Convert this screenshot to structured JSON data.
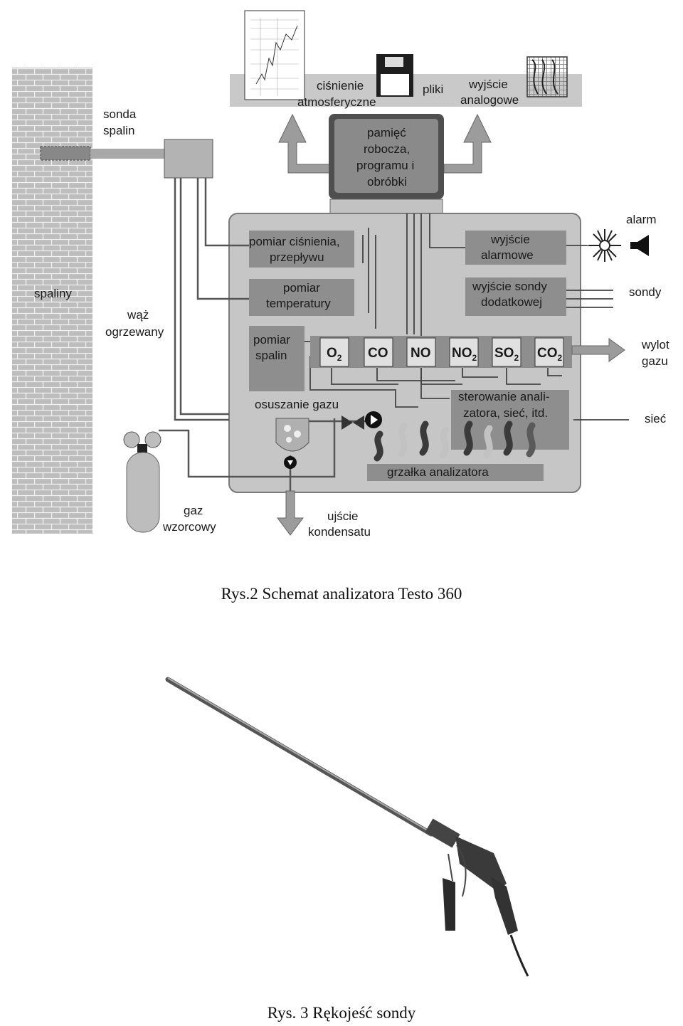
{
  "diagram": {
    "top_bar": {
      "pressure": [
        "ciśnienie",
        "atmosferyczne"
      ],
      "files": "pliki",
      "analog_out": [
        "wyjście",
        "analogowe"
      ]
    },
    "memory": [
      "pamięć",
      "robocza,",
      "programu i",
      "obróbki"
    ],
    "probe_flue": [
      "sonda",
      "spalin"
    ],
    "flue_gas": "spaliny",
    "heated_hose": [
      "wąż",
      "ogrzewany"
    ],
    "pressure_flow": [
      "pomiar ciśnienia,",
      "przepływu"
    ],
    "temperature": [
      "pomiar",
      "temperatury"
    ],
    "flue_measure": [
      "pomiar",
      "spalin"
    ],
    "alarm_out": [
      "wyjście",
      "alarmowe"
    ],
    "extra_probe_out": [
      "wyjście sondy",
      "dodatkowej"
    ],
    "alarm": "alarm",
    "probes": "sondy",
    "gas_outlet": [
      "wylot",
      "gazu"
    ],
    "network": "sieć",
    "control": [
      "sterowanie anali-",
      "zatora, sieć, itd."
    ],
    "gas_drying": "osuszanie gazu",
    "heater": "grzałka analizatora",
    "reference_gas": [
      "gaz",
      "wzorcowy"
    ],
    "condensate_outlet": [
      "ujście",
      "kondensatu"
    ],
    "sensors": [
      {
        "main": "O",
        "sub": "2"
      },
      {
        "main": "CO",
        "sub": ""
      },
      {
        "main": "NO",
        "sub": ""
      },
      {
        "main": "NO",
        "sub": "2"
      },
      {
        "main": "SO",
        "sub": "2"
      },
      {
        "main": "CO",
        "sub": "2"
      }
    ]
  },
  "captions": {
    "fig2": "Rys.2 Schemat analizatora Testo 360",
    "fig3": "Rys. 3 Rękojeść sondy"
  }
}
